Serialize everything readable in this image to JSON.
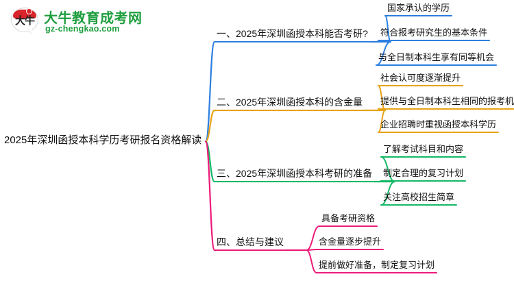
{
  "logo": {
    "badge_text": "大牛",
    "title": "大牛教育成考网",
    "domain": "gz-chengkao.com",
    "brand_color": "#1f9e3e",
    "badge_accent_color": "#d8242a"
  },
  "mindmap": {
    "root": {
      "label": "2025年深圳函授本科学历考研报名资格解读"
    },
    "branches": [
      {
        "label": "一、2025年深圳函授本科能否考研?",
        "color": "#2b7fe0",
        "children": [
          {
            "label": "国家承认的学历"
          },
          {
            "label": "符合报考研究生的基本条件"
          },
          {
            "label": "与全日制本科生享有同等机会"
          }
        ]
      },
      {
        "label": "二、2025年深圳函授本科的含金量",
        "color": "#e8a317",
        "children": [
          {
            "label": "社会认可度逐渐提升"
          },
          {
            "label": "提供与全日制本科生相同的报考机会"
          },
          {
            "label": "企业招聘时重视函授本科学历"
          }
        ]
      },
      {
        "label": "三、2025年深圳函授本科考研的准备",
        "color": "#14b866",
        "children": [
          {
            "label": "了解考试科目和内容"
          },
          {
            "label": "制定合理的复习计划"
          },
          {
            "label": "关注高校招生简章"
          }
        ]
      },
      {
        "label": "四、总结与建议",
        "color": "#ed1a7a",
        "children": [
          {
            "label": "具备考研资格"
          },
          {
            "label": "含金量逐步提升"
          },
          {
            "label": "提前做好准备，制定复习计划"
          }
        ]
      }
    ]
  }
}
